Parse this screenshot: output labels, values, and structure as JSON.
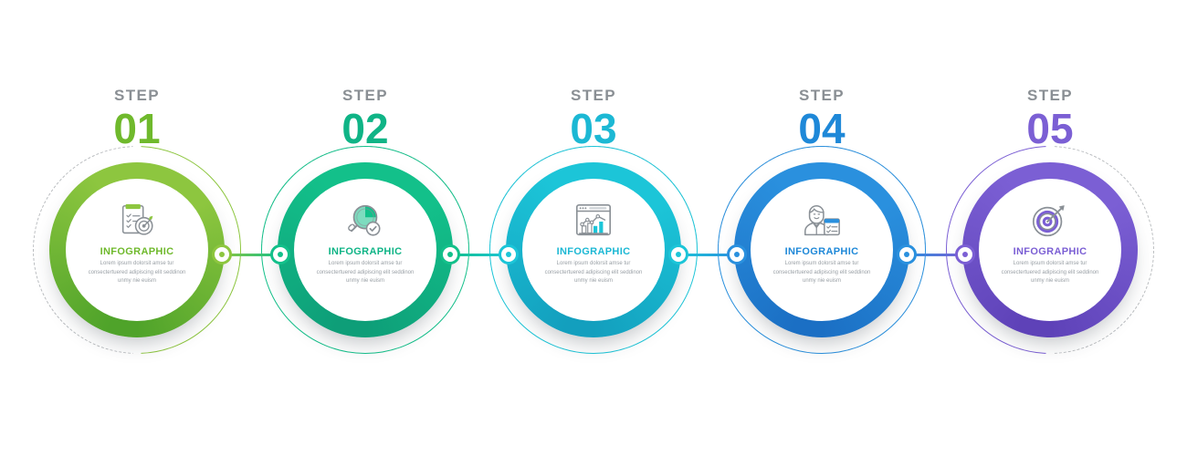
{
  "steps": [
    {
      "word": "STEP",
      "number": "01",
      "title": "INFOGRAPHIC",
      "body": "Lorem ipsum dolorsit amse tur consectertuered adipiscing elit seddinon unmy nie euism",
      "icon": "clipboard-target-icon",
      "color_light": "#8DC63F",
      "color_dark": "#4FA32A",
      "color_text": "#6FB92C",
      "ring_dashed_side": "clip-left",
      "ring_thin_side": "clip-right"
    },
    {
      "word": "STEP",
      "number": "02",
      "title": "INFOGRAPHIC",
      "body": "Lorem ipsum dolorsit amse tur consectertuered adipiscing elit seddinon unmy nie euism",
      "icon": "magnifier-check-icon",
      "color_light": "#13C08A",
      "color_dark": "#0E9E78",
      "color_text": "#0FB486",
      "ring_dashed_side": "clip-top",
      "ring_thin_side": "clip-none"
    },
    {
      "word": "STEP",
      "number": "03",
      "title": "INFOGRAPHIC",
      "body": "Lorem ipsum dolorsit amse tur consectertuered adipiscing elit seddinon unmy nie euism",
      "icon": "analytics-window-icon",
      "color_light": "#1CC5D8",
      "color_dark": "#139FBE",
      "color_text": "#1CB8D4",
      "ring_dashed_side": "clip-top",
      "ring_thin_side": "clip-none"
    },
    {
      "word": "STEP",
      "number": "04",
      "title": "INFOGRAPHIC",
      "body": "Lorem ipsum dolorsit amse tur consectertuered adipiscing elit seddinon unmy nie euism",
      "icon": "businessman-checklist-icon",
      "color_light": "#2A90DE",
      "color_dark": "#1B6FC4",
      "color_text": "#1E88D8",
      "ring_dashed_side": "clip-top",
      "ring_thin_side": "clip-none"
    },
    {
      "word": "STEP",
      "number": "05",
      "title": "INFOGRAPHIC",
      "body": "Lorem ipsum dolorsit amse tur consectertuered adipiscing elit seddinon unmy nie euism",
      "icon": "target-arrow-icon",
      "color_light": "#7B5FD4",
      "color_dark": "#5E42B8",
      "color_text": "#7B5FD4",
      "ring_dashed_side": "clip-right",
      "ring_thin_side": "clip-left"
    }
  ],
  "connectors": [
    {
      "left_color": "#8DC63F",
      "right_color": "#13C08A",
      "line_color": "#4FB05F"
    },
    {
      "left_color": "#13C08A",
      "right_color": "#1CC5D8",
      "line_color": "#18C2B4"
    },
    {
      "left_color": "#1CC5D8",
      "right_color": "#2A90DE",
      "line_color": "#21ABD8"
    },
    {
      "left_color": "#2A90DE",
      "right_color": "#7B5FD4",
      "line_color": "#4F78D6"
    }
  ],
  "layout": {
    "step_left_positions": [
      25,
      275,
      525,
      775,
      1025
    ],
    "connector_left_positions": [
      232,
      482,
      732,
      982
    ],
    "connector_width": 86
  }
}
